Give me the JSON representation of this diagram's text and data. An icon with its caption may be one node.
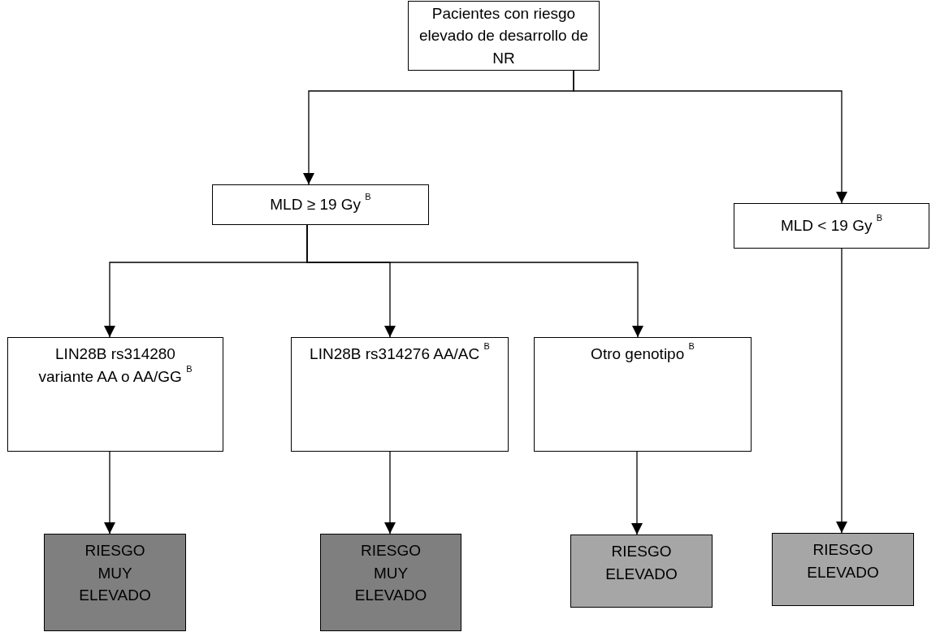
{
  "diagram": {
    "nodes": [
      {
        "text": [
          "Pacientes con riesgo elevado de desarrollo de NR"
        ]
      },
      {
        "text": [
          "MLD ≥ 19 Gy  $^{B}$"
        ]
      },
      {
        "text": [
          "MLD < 19 Gy  $^{B}$"
        ]
      },
      {
        "text": [
          "LIN28B rs314280 variante AA o AA/GG $^{B}$"
        ]
      },
      {
        "text": [
          "LIN28B rs314276 AA/AC  $^{B}$"
        ]
      },
      {
        "text": [
          "Otro genotipo  $^{B}$"
        ]
      },
      {
        "text": [
          "RIESGO MUY ELEVADO"
        ]
      },
      {
        "text": [
          "RIESGO MUY ELEVADO"
        ]
      },
      {
        "text": [
          "RIESGO ELEVADO"
        ]
      },
      {
        "text": [
          "RIESGO ELEVADO"
        ]
      }
    ],
    "edges": [
      {
        "from": 0,
        "to": 1,
        "arrow": "to"
      },
      {
        "from": 0,
        "to": 2,
        "arrow": "to"
      },
      {
        "from": 1,
        "to": 3,
        "arrow": "to"
      },
      {
        "from": 1,
        "to": 4,
        "arrow": "to"
      },
      {
        "from": 1,
        "to": 5,
        "arrow": "to"
      },
      {
        "from": 2,
        "to": 9,
        "arrow": "to"
      },
      {
        "from": 3,
        "to": 6,
        "arrow": "to"
      },
      {
        "from": 4,
        "to": 7,
        "arrow": "to"
      },
      {
        "from": 5,
        "to": 8,
        "arrow": "to"
      }
    ]
  }
}
